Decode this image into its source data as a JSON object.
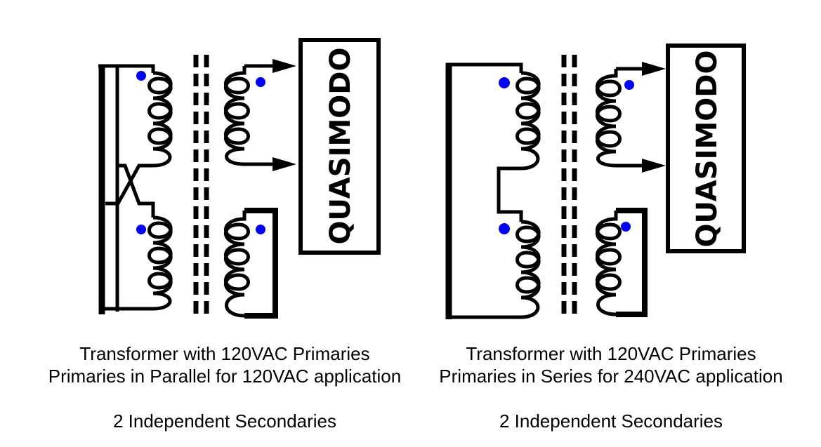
{
  "left": {
    "device_label": "QUASIMODO",
    "caption_line1": "Transformer with 120VAC Primaries",
    "caption_line2": "Primaries in Parallel for 120VAC application",
    "caption_line3": "2 Independent Secondaries"
  },
  "right": {
    "device_label": "QUASIMODO",
    "caption_line1": "Transformer with 120VAC Primaries",
    "caption_line2": "Primaries in Series for 240VAC application",
    "caption_line3": "2 Independent Secondaries"
  },
  "colors": {
    "wire": "#000000",
    "dot": "#0000ff",
    "background": "#ffffff"
  }
}
